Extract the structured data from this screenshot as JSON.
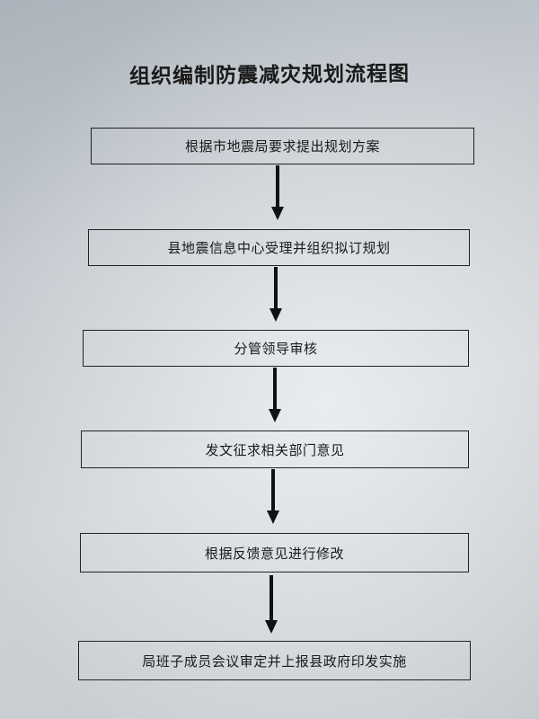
{
  "document": {
    "title": "组织编制防震减灾规划流程图",
    "steps": [
      "根据市地震局要求提出规划方案",
      "县地震信息中心受理并组织拟订规划",
      "分管领导审核",
      "发文征求相关部门意见",
      "根据反馈意见进行修改",
      "局班子成员会议审定并上报县政府印发实施"
    ]
  }
}
